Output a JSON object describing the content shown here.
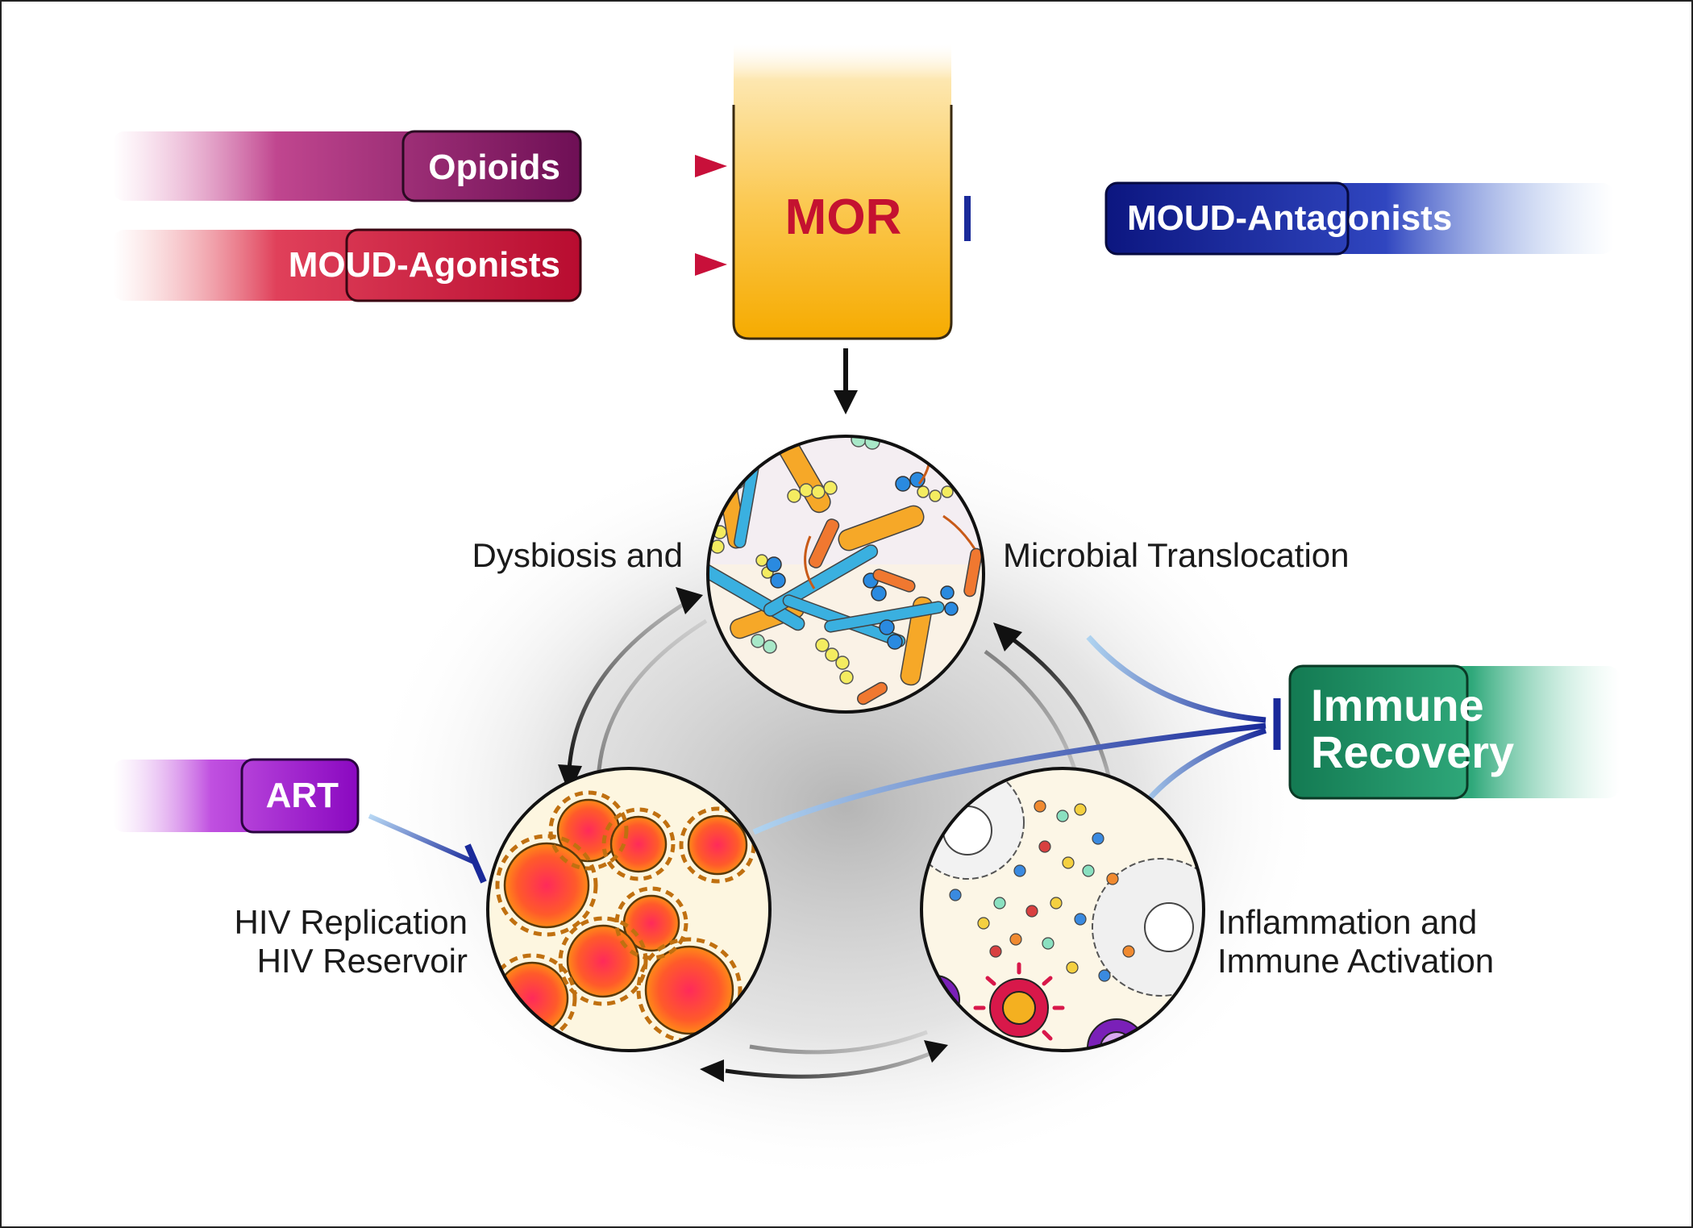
{
  "inputs": {
    "opioids": "Opioids",
    "moud_agonists": "MOUD-Agonists",
    "moud_antagonists": "MOUD-Antagonists",
    "art": "ART"
  },
  "receptor": {
    "label": "MOR"
  },
  "nodes": {
    "dysbiosis_left": "Dysbiosis and",
    "dysbiosis_right": "Microbial Translocation",
    "hiv_line1": "HIV Replication",
    "hiv_line2": "HIV Reservoir",
    "inflammation_line1": "Inflammation and",
    "inflammation_line2": "Immune Activation"
  },
  "outcome": {
    "line1": "Immune",
    "line2": "Recovery"
  },
  "colors": {
    "opioids": "#7d1460",
    "moud_agonists": "#c01237",
    "moud_antagonists": "#0e1a8a",
    "art": "#9a10c8",
    "mor_top": "#fde9b0",
    "mor_bottom": "#f8b000",
    "mor_text": "#c41230",
    "immune_recovery": "#1a8a5e",
    "inhibit_line": "#1a2a9a",
    "activate_arrow": "#c8103a"
  }
}
